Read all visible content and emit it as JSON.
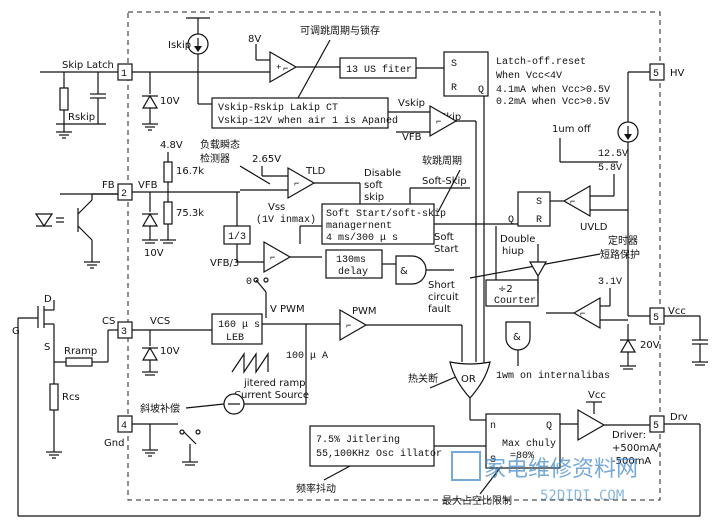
{
  "pins": {
    "p1": "1",
    "p2": "2",
    "p3": "3",
    "p4": "4",
    "p5_hv": "5",
    "p5_vcc": "5",
    "p5_drv": "5"
  },
  "labels": {
    "skip_latch": "Skip Latch",
    "rskip": "Rskip",
    "v10_a": "10V",
    "iskip": "Iskip",
    "v8": "8V",
    "adj_period_latch": "可调跳周期与锁存",
    "filter13": "13 US fiter",
    "latch_s": "S",
    "latch_r": "R",
    "latch_q": "Q",
    "latch_off_1": "Latch-off.reset",
    "latch_off_2": "When Vcc<4V",
    "latch_off_3": "4.1mA when Vcc>0.5V",
    "latch_off_4": "0.2mA when Vcc>0.5V",
    "hv": "HV",
    "vskip": "Vskip",
    "vskip_box_1": "Vskip-Rskip Lakip CT",
    "vskip_box_2": "Vskip-12V when air 1 is Apaned",
    "skip": "Skip",
    "vfb_small": "VFB",
    "um_off": "1um off",
    "load_detect_1": "负载瞬态",
    "load_detect_2": "检测器",
    "v4_8": "4.8V",
    "r16_7": "16.7k",
    "v2_65": "2.65V",
    "tld": "TLD",
    "disable_1": "Disable",
    "disable_2": "soft",
    "disable_3": "skip",
    "soft_period": "软跳周期",
    "v12_5": "12.5V",
    "v5_8": "5.8V",
    "fb": "FB",
    "vfb": "VFB",
    "soft_skip": "Soft-Skip",
    "r75_3": "75.3k",
    "vss_1": "Vss",
    "vss_2": "(1V inmax)",
    "ss_box_1": "Soft Start/soft-skip",
    "ss_box_2": "managernent",
    "ss_box_3": "4 ms/300 μ s",
    "ff_s": "S",
    "ff_r": "R",
    "ff_q": "Q",
    "uvld": "UVLD",
    "soft_start_1": "Soft",
    "soft_start_2": "Start",
    "double_1": "Double",
    "double_2": "hiup",
    "timer_1": "定时器",
    "timer_2": "短路保护",
    "v10_b": "10V",
    "div13": "1/3",
    "vfb3": "VFB/3",
    "sw0": "0",
    "delay_1": "130ms",
    "delay_2": "delay",
    "scf_1": "Short",
    "scf_2": "circuit",
    "scf_3": "fault",
    "div2_1": "÷2",
    "div2_2": "Courter",
    "v3_1": "3.1V",
    "vpwm": "V PWM",
    "pwm": "PWM",
    "vcc": "Vcc",
    "g": "G",
    "d": "D",
    "s": "S",
    "cs": "CS",
    "vcs": "VCS",
    "leb_1": "160 μ s",
    "leb_2": "LEB",
    "v10_c": "10V",
    "v20": "20V",
    "rramp": "Rramp",
    "current_100": "100 μ A",
    "thermal": "热关断",
    "or": "OR",
    "and_sym": "&",
    "internal_bias": "1wm on internalibas",
    "jit_ramp": "jitered ramp",
    "current_source": "Current Source",
    "slope_comp": "斜坡补偿",
    "rcs": "Rcs",
    "vcc_drv": "Vcc",
    "drv": "Drv",
    "gnd": "Gnd",
    "osc_1": "7.5% Jitlering",
    "osc_2": "55,100KHz Osc illator",
    "mdc_n": "n",
    "mdc_q": "Q",
    "mdc_s": "S",
    "mdc_1": "Max chuly",
    "mdc_2": "=80%",
    "driver_1": "Driver:",
    "driver_2": "+500mA/",
    "driver_3": "-500mA",
    "freq_jitter": "频率抖动",
    "max_duty": "最大占空比限制",
    "watermark_cn": "家电维修资料网",
    "watermark_url": "52DIDI.COM"
  }
}
